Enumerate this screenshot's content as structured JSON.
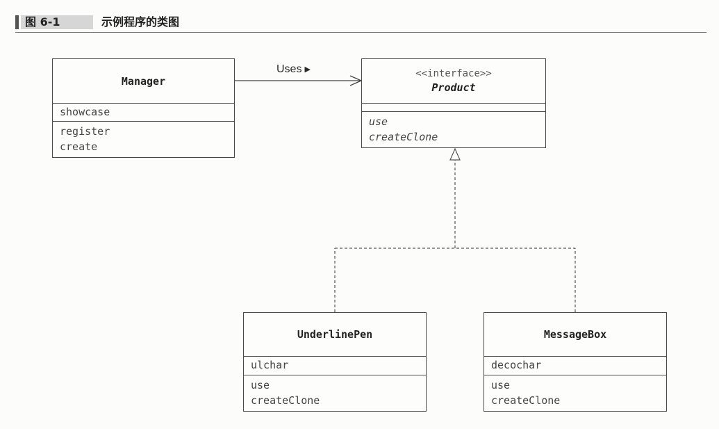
{
  "header": {
    "figure_number": "图 6-1",
    "title": "示例程序的类图"
  },
  "classes": {
    "manager": {
      "name": "Manager",
      "attributes": [
        "showcase"
      ],
      "operations": [
        "register",
        "create"
      ]
    },
    "product": {
      "stereotype": "<<interface>>",
      "name": "Product",
      "attributes": [],
      "operations": [
        "use",
        "createClone"
      ]
    },
    "underlinepen": {
      "name": "UnderlinePen",
      "attributes": [
        "ulchar"
      ],
      "operations": [
        "use",
        "createClone"
      ]
    },
    "messagebox": {
      "name": "MessageBox",
      "attributes": [
        "decochar"
      ],
      "operations": [
        "use",
        "createClone"
      ]
    }
  },
  "relations": {
    "uses": {
      "label": "Uses",
      "direction_marker": "▶"
    }
  }
}
